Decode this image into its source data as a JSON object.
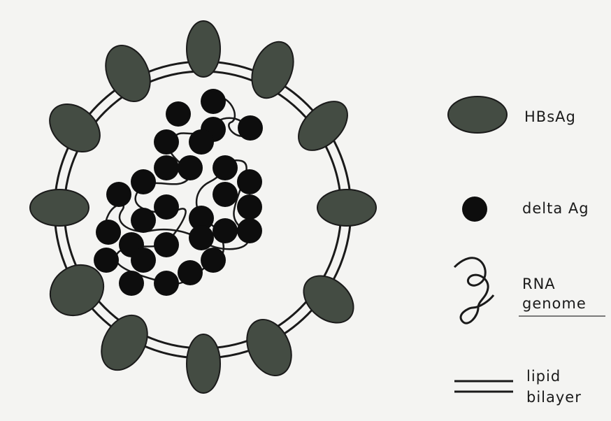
{
  "legend": {
    "hbsag": "HBsAg",
    "delta_ag": "delta Ag",
    "rna_line1": "RNA",
    "rna_line2": "genome",
    "lipid_line1": "lipid",
    "lipid_line2": "bilayer"
  },
  "colors": {
    "hbsag_fill": "#444c43",
    "delta_fill": "#0d0d0d",
    "line": "#1a1a1a",
    "background": "#f4f4f2"
  }
}
